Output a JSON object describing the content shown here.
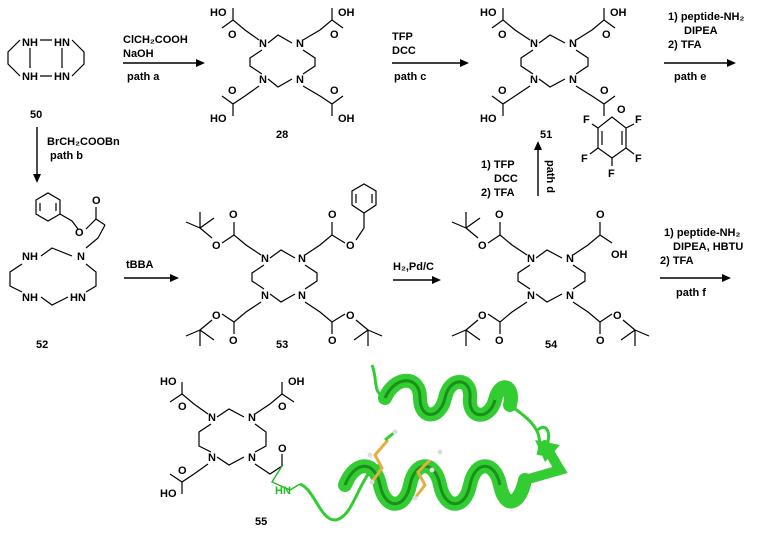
{
  "compounds": {
    "c50": "50",
    "c28": "28",
    "c51": "51",
    "c52": "52",
    "c53": "53",
    "c54": "54",
    "c55": "55"
  },
  "atoms": {
    "nh": "NH",
    "hn": "HN",
    "n": "N",
    "o": "O",
    "oh": "OH",
    "ho": "HO",
    "f": "F"
  },
  "conditions": {
    "a1": "ClCH₂COOH",
    "a2": "NaOH",
    "a3": "path a",
    "b1": "BrCH₂COOBn",
    "b2": "path b",
    "c1": "TFP",
    "c2": "DCC",
    "c3": "path c",
    "d1": "1) TFP",
    "d2": "DCC",
    "d3": "2) TFA",
    "d4": "path d",
    "e1": "1) peptide-NH₂",
    "e2": "DIPEA",
    "e3": "2) TFA",
    "e4": "path e",
    "tbba": "tBBA",
    "h2": "H₂,Pd/C",
    "f1": "1) peptide-NH₂",
    "f2": "DIPEA, HBTU",
    "f3": "2) TFA",
    "f4": "path f"
  },
  "colors": {
    "protein": "#33cc33",
    "protein_dark": "#1a8f1a",
    "sulfur": "#e0b040",
    "linker": "#22bb22"
  }
}
